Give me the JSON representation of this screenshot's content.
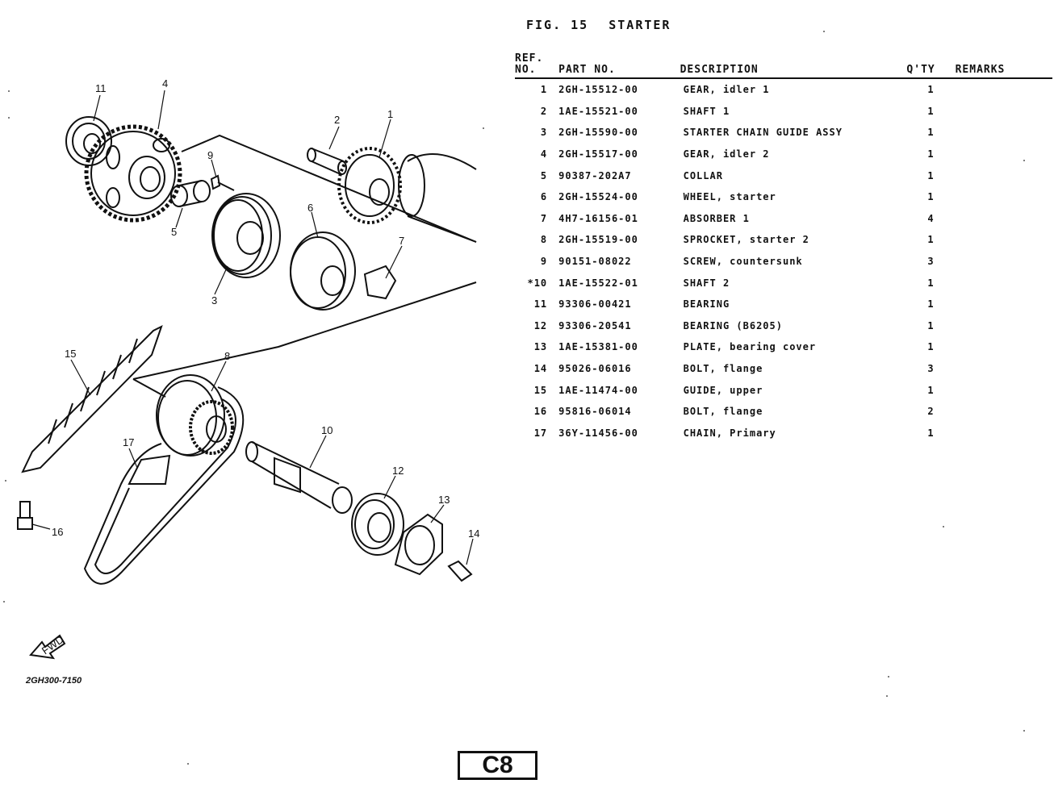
{
  "figure": {
    "prefix": "FIG. 15",
    "title": "STARTER"
  },
  "table": {
    "headers": {
      "ref_line1": "REF.",
      "ref_line2": "NO.",
      "part_no": "PART NO.",
      "description": "DESCRIPTION",
      "qty": "Q'TY",
      "remarks": "REMARKS"
    },
    "rows": [
      {
        "ref": "1",
        "part": "2GH-15512-00",
        "desc": "GEAR, idler 1",
        "qty": "1",
        "remarks": ""
      },
      {
        "ref": "2",
        "part": "1AE-15521-00",
        "desc": "SHAFT 1",
        "qty": "1",
        "remarks": ""
      },
      {
        "ref": "3",
        "part": "2GH-15590-00",
        "desc": "STARTER CHAIN GUIDE ASSY",
        "qty": "1",
        "remarks": ""
      },
      {
        "ref": "4",
        "part": "2GH-15517-00",
        "desc": "GEAR, idler 2",
        "qty": "1",
        "remarks": ""
      },
      {
        "ref": "5",
        "part": "90387-202A7",
        "desc": "COLLAR",
        "qty": "1",
        "remarks": ""
      },
      {
        "ref": "6",
        "part": "2GH-15524-00",
        "desc": "WHEEL, starter",
        "qty": "1",
        "remarks": ""
      },
      {
        "ref": "7",
        "part": "4H7-16156-01",
        "desc": "ABSORBER 1",
        "qty": "4",
        "remarks": ""
      },
      {
        "ref": "8",
        "part": "2GH-15519-00",
        "desc": "SPROCKET, starter 2",
        "qty": "1",
        "remarks": ""
      },
      {
        "ref": "9",
        "part": "90151-08022",
        "desc": "SCREW, countersunk",
        "qty": "3",
        "remarks": ""
      },
      {
        "ref": "*10",
        "part": "1AE-15522-01",
        "desc": "SHAFT 2",
        "qty": "1",
        "remarks": ""
      },
      {
        "ref": "11",
        "part": "93306-00421",
        "desc": "BEARING",
        "qty": "1",
        "remarks": ""
      },
      {
        "ref": "12",
        "part": "93306-20541",
        "desc": "BEARING (B6205)",
        "qty": "1",
        "remarks": ""
      },
      {
        "ref": "13",
        "part": "1AE-15381-00",
        "desc": "PLATE, bearing cover",
        "qty": "1",
        "remarks": ""
      },
      {
        "ref": "14",
        "part": "95026-06016",
        "desc": "BOLT, flange",
        "qty": "3",
        "remarks": ""
      },
      {
        "ref": "15",
        "part": "1AE-11474-00",
        "desc": "GUIDE, upper",
        "qty": "1",
        "remarks": ""
      },
      {
        "ref": "16",
        "part": "95816-06014",
        "desc": "BOLT, flange",
        "qty": "2",
        "remarks": ""
      },
      {
        "ref": "17",
        "part": "36Y-11456-00",
        "desc": "CHAIN, Primary",
        "qty": "1",
        "remarks": ""
      }
    ]
  },
  "diagram": {
    "callouts": [
      "1",
      "2",
      "3",
      "4",
      "5",
      "6",
      "7",
      "8",
      "9",
      "10",
      "11",
      "12",
      "13",
      "14",
      "15",
      "16",
      "17"
    ],
    "fwd_label": "FWD",
    "drawing_code": "2GH300-7150"
  },
  "page": {
    "label": "C8"
  }
}
